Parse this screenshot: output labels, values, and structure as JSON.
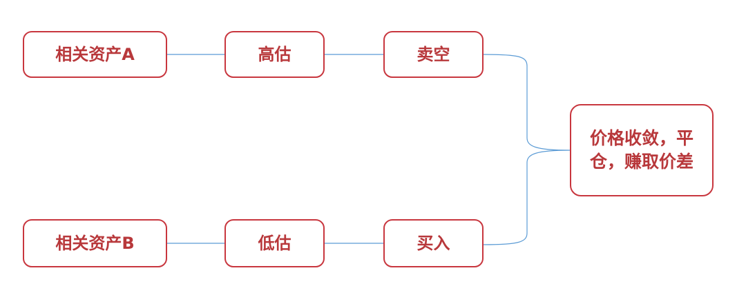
{
  "row_top": {
    "asset": "相关资产A",
    "valuation": "高估",
    "action": "卖空"
  },
  "row_bottom": {
    "asset": "相关资产B",
    "valuation": "低估",
    "action": "买入"
  },
  "outcome": {
    "line1": "价格收敛，平",
    "line2": "仓，赚取价差"
  },
  "colors": {
    "box_border": "#c8363e",
    "box_text": "#b8383b",
    "connector": "#5b9bd5"
  }
}
